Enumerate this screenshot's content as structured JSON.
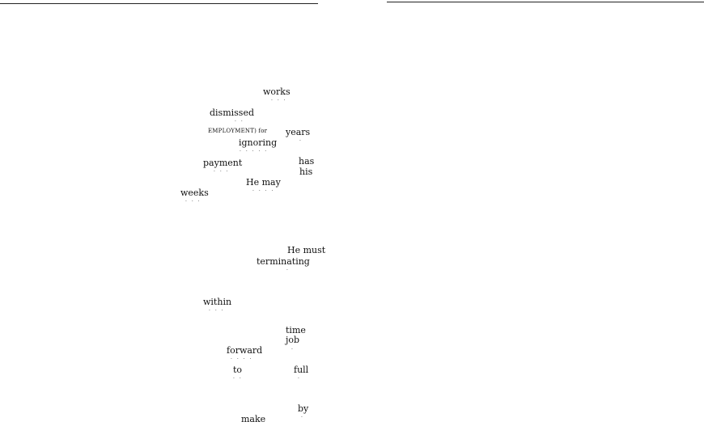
{
  "fragments": [
    {
      "text": "works"
    },
    {
      "text": "dismissed"
    },
    {
      "text": "EMPLOYMENT) for"
    },
    {
      "text": "years"
    },
    {
      "text": "ignoring"
    },
    {
      "text": "payment"
    },
    {
      "text": "has"
    },
    {
      "text": "his"
    },
    {
      "text": "He may"
    },
    {
      "text": "weeks"
    },
    {
      "text": "He must"
    },
    {
      "text": "terminating"
    },
    {
      "text": "within"
    },
    {
      "text": "time"
    },
    {
      "text": "job"
    },
    {
      "text": "forward"
    },
    {
      "text": "to"
    },
    {
      "text": "full"
    },
    {
      "text": "by"
    },
    {
      "text": "make"
    }
  ]
}
